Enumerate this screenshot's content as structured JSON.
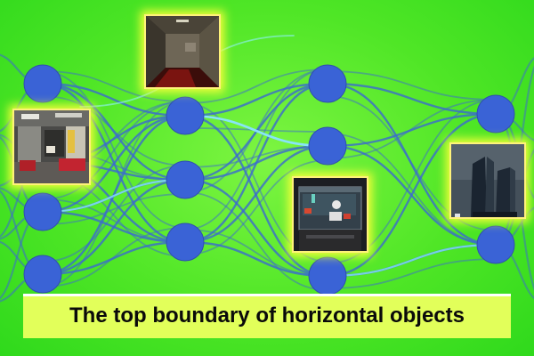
{
  "figure": {
    "caption": "The top boundary of horizontal objects",
    "colors": {
      "background": "#4fe626",
      "node": "#3a63d6",
      "edge": "#3b6ad0",
      "highlight_edge": "#8ff0ff",
      "frame_glow": "#f4ff3a",
      "caption_bg": "#e2ff5a"
    },
    "images": [
      {
        "name": "corridor-room-photo"
      },
      {
        "name": "shop-interior-photo"
      },
      {
        "name": "aquarium-photo"
      },
      {
        "name": "skyscraper-photo"
      }
    ]
  }
}
